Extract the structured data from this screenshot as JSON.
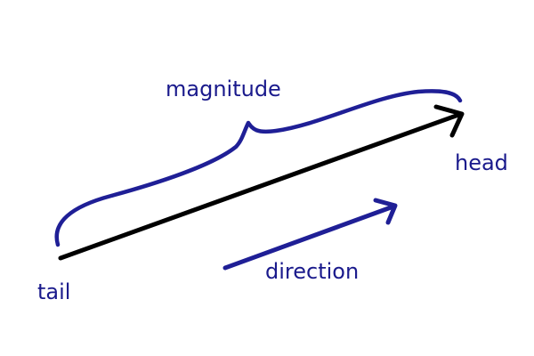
{
  "labels": {
    "magnitude": "magnitude",
    "head": "head",
    "direction": "direction",
    "tail": "tail"
  },
  "colors": {
    "label_text": "#1a1a8c",
    "brace": "#1f1f96",
    "vector_arrow": "#000000",
    "direction_arrow": "#1f1f96",
    "background": "#ffffff"
  }
}
